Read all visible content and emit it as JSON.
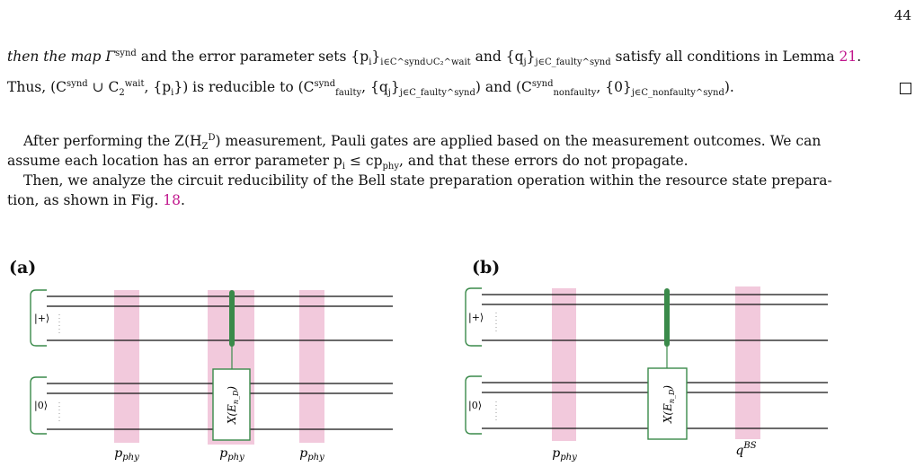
{
  "page_number": "44",
  "paragraph1": {
    "line1": "then the map Γ^synd and the error parameter sets {p_i}_{i∈C^synd∪C_2^wait} and {q_j}_{j∈C_faulty^synd} satisfy all conditions in Lemma 21.",
    "line1_parts": {
      "a": "then the map Γ",
      "sup1": "synd",
      "b": " and the error parameter sets {p",
      "sub_i": "i",
      "b2": "}",
      "sub_set1": "i∈C^synd∪C₂^wait",
      "c": " and {q",
      "sub_j": "j",
      "c2": "}",
      "sub_set2": "j∈C_faulty^synd",
      "d": " satisfy all conditions in Lemma ",
      "lemma_ref": "21",
      "e": "."
    },
    "line2_parts": {
      "a": "Thus, (C",
      "sup1": "synd",
      "b": " ∪ C",
      "sub2": "2",
      "sup2": "wait",
      "c": ", {p",
      "sub_i": "i",
      "d": "}) is reducible to (C",
      "sup3": "synd",
      "sub3": "faulty",
      "e": ", {q",
      "sub_j": "j",
      "f": "}",
      "sub_set": "j∈C_faulty^synd",
      "g": ") and (C",
      "sup4": "synd",
      "sub4": "nonfaulty",
      "h": ", {0}",
      "sub_set2": "j∈C_nonfaulty^synd",
      "i": ")."
    }
  },
  "paragraph2": {
    "line1": "After performing the Z(H_Z^D) measurement, Pauli gates are applied based on the measurement outcomes. We can",
    "line1_parts": {
      "a": "After performing the Z(H",
      "sub": "Z",
      "sup": "D",
      "b": ") measurement, Pauli gates are applied based on the measurement outcomes. We can"
    },
    "line2_parts": {
      "a": "assume each location has an error parameter p",
      "sub_i": "i",
      "b": " ≤ cp",
      "sub_phy": "phy",
      "c": ", and that these errors do not propagate."
    }
  },
  "paragraph3": {
    "line1": "Then, we analyze the circuit reducibility of the Bell state preparation operation within the resource state prepara-",
    "line2_parts": {
      "a": "tion, as shown in Fig. ",
      "fig_ref": "18",
      "b": "."
    }
  },
  "figure": {
    "panel_a": {
      "label": "(a)",
      "ket_plus": "|+⟩",
      "ket_zero": "|0⟩",
      "gate_label": "X(E",
      "gate_sub": "n_D",
      "gate_close": ")",
      "noise_labels": [
        "p_phy",
        "p_phy",
        "p_phy"
      ],
      "noise_main": "p",
      "noise_sub": "phy"
    },
    "panel_b": {
      "label": "(b)",
      "ket_plus": "|+⟩",
      "ket_zero": "|0⟩",
      "gate_label": "X(E",
      "gate_sub": "n_D",
      "gate_close": ")",
      "noise_main_1": "p",
      "noise_sub_1": "phy",
      "noise_main_2": "q",
      "noise_sup_2": "BS"
    }
  },
  "colors": {
    "noise_band": "#f2c9dc",
    "gate_green": "#3a8a4a",
    "link_ref": "#c0158c"
  }
}
